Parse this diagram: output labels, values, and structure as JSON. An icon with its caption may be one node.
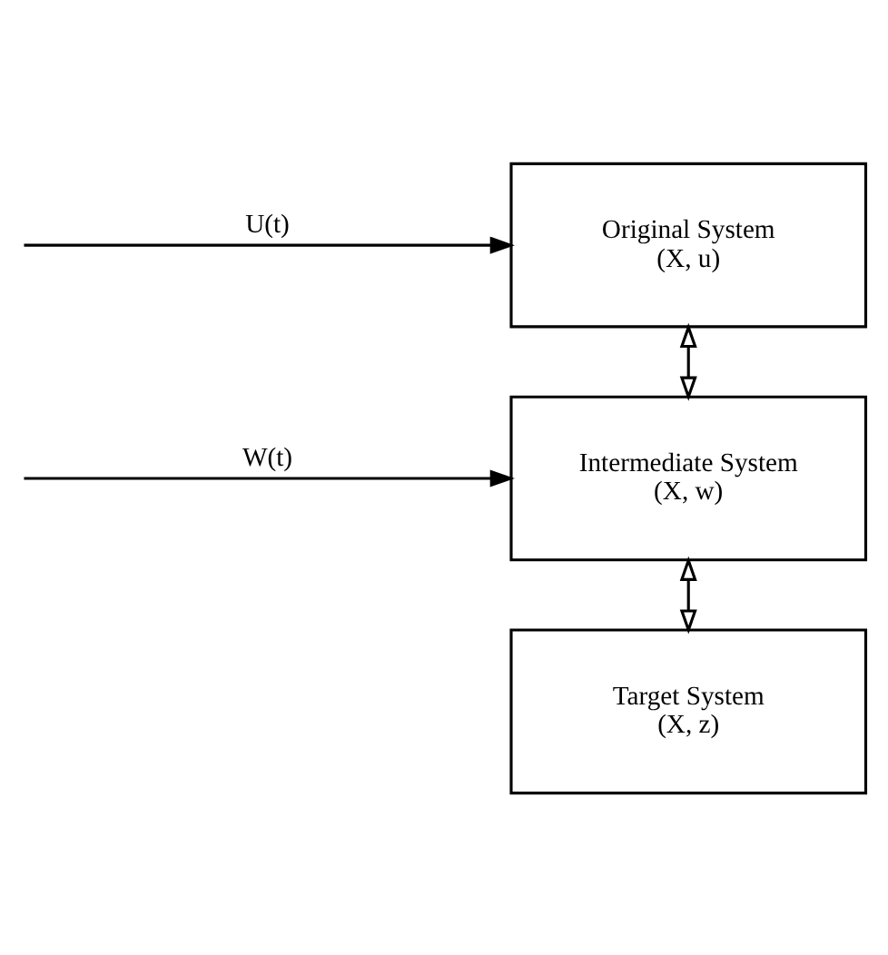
{
  "diagram": {
    "nodes": [
      {
        "text": [
          "Original System",
          "(X, u)"
        ]
      },
      {
        "text": [
          "Intermediate System",
          "(X, w)"
        ]
      },
      {
        "text": [
          "Target System",
          "(X, z)"
        ]
      }
    ],
    "edges": [
      {
        "from": null,
        "to": 0,
        "arrow": "to",
        "label": "U(t)"
      },
      {
        "from": null,
        "to": 1,
        "arrow": "to",
        "label": "W(t)"
      },
      {
        "from": 0,
        "to": 1,
        "arrow": "both"
      },
      {
        "from": 1,
        "to": 2,
        "arrow": "both"
      }
    ]
  }
}
